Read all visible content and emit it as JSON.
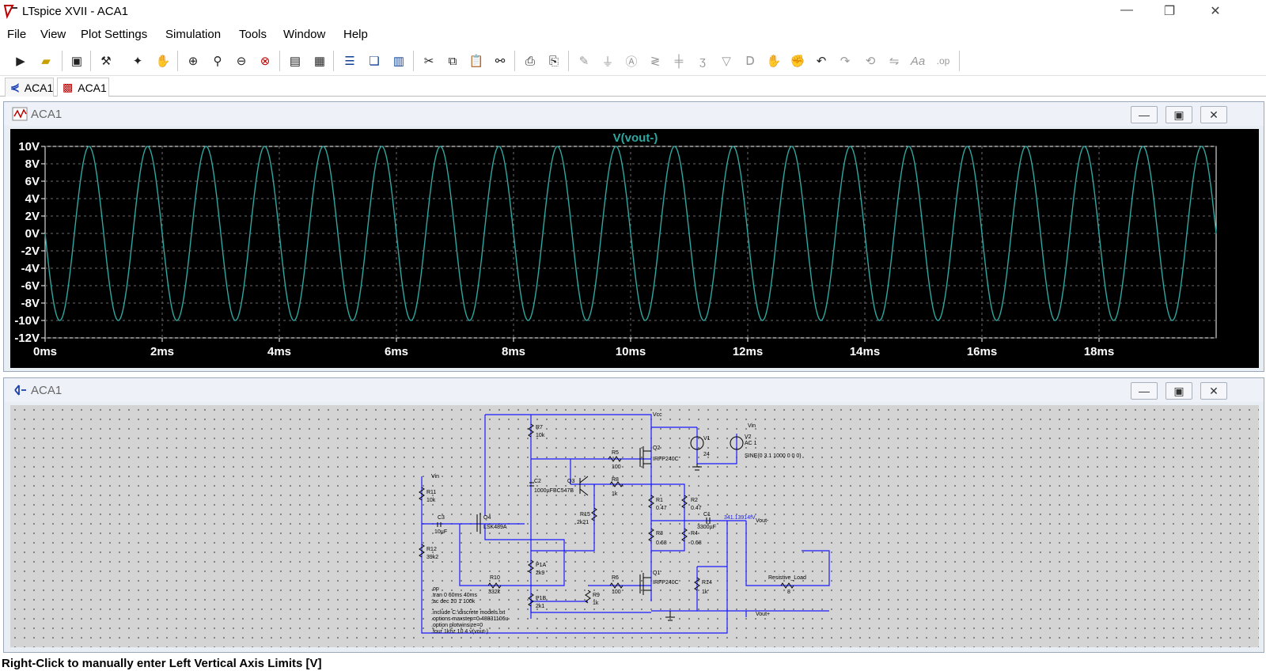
{
  "window": {
    "title": "LTspice XVII - ACA1",
    "minimize_glyph": "—",
    "restore_glyph": "❐",
    "close_glyph": "✕"
  },
  "menu": [
    "File",
    "View",
    "Plot Settings",
    "Simulation",
    "Tools",
    "Window",
    "Help"
  ],
  "toolbar_icons": [
    "run-icon",
    "open-icon",
    "save-icon",
    "control-panel-icon",
    "run-simulation-icon",
    "halt-icon",
    "zoom-in-icon",
    "zoom-area-icon",
    "zoom-out-icon",
    "zoom-fit-icon",
    "autorange-icon",
    "grid-icon",
    "tile-horizontal-icon",
    "cascade-icon",
    "tile-vertical-icon",
    "cut-icon",
    "copy-icon",
    "paste-icon",
    "find-icon",
    "print-icon",
    "print-setup-icon",
    "wire-icon",
    "ground-icon",
    "label-icon",
    "resistor-icon",
    "capacitor-icon",
    "inductor-icon",
    "diode-icon",
    "component-icon",
    "move-icon",
    "drag-icon",
    "undo-icon",
    "redo-icon",
    "rotate-icon",
    "mirror-icon",
    "text-icon",
    "spice-directive-icon"
  ],
  "tabs": [
    {
      "label": "ACA1",
      "icon": "schematic-icon"
    },
    {
      "label": "ACA1",
      "icon": "waveform-icon"
    }
  ],
  "plot_window": {
    "title": "ACA1",
    "trace_label": "V(vout-)",
    "trace_color": "#2fa7a0"
  },
  "chart_data": {
    "type": "line",
    "series": [
      {
        "name": "V(vout-)",
        "function": "sine",
        "amplitude": 10,
        "offset": 0,
        "frequency_hz": 1000,
        "color": "#2fa7a0"
      }
    ],
    "x_range": [
      0,
      20
    ],
    "x_ticks": [
      0,
      2,
      4,
      6,
      8,
      10,
      12,
      14,
      16,
      18
    ],
    "x_tick_labels": [
      "0ms",
      "2ms",
      "4ms",
      "6ms",
      "8ms",
      "10ms",
      "12ms",
      "14ms",
      "16ms",
      "18ms"
    ],
    "y_range": [
      -12,
      10
    ],
    "y_ticks": [
      10,
      8,
      6,
      4,
      2,
      0,
      -2,
      -4,
      -6,
      -8,
      -10,
      -12
    ],
    "y_tick_labels": [
      "10V",
      "8V",
      "6V",
      "4V",
      "2V",
      "0V",
      "-2V",
      "-4V",
      "-6V",
      "-8V",
      "-10V",
      "-12V"
    ],
    "grid": true
  },
  "schematic_window": {
    "title": "ACA1",
    "labels": {
      "vcc": "Vcc",
      "vin_top": "Vin",
      "vin_left": "Vin",
      "vout_minus": "Vout-",
      "vout_plus": "Vout+",
      "measure": "341.13914fV"
    },
    "components": {
      "r7": [
        "R7",
        "10k"
      ],
      "r5": [
        "R5",
        "100"
      ],
      "q2": [
        "Q2",
        "IRFP240C"
      ],
      "v1": [
        "V1",
        "24"
      ],
      "v2": [
        "V2",
        "AC 1",
        "SINE(0 3.1 1000 0 0 0)"
      ],
      "c2": [
        "C2",
        "1000µF"
      ],
      "q3": [
        "Q3",
        "BC547B"
      ],
      "r8": [
        "R8",
        "1k"
      ],
      "r11": [
        "R11",
        "10k"
      ],
      "c3": [
        "C3",
        "10µF"
      ],
      "q4": [
        "Q4",
        "LSK489A"
      ],
      "r15": [
        "R15",
        "2k21"
      ],
      "r1": [
        "R1",
        "0.47"
      ],
      "r2": [
        "R2",
        "0.47"
      ],
      "c1": [
        "C1",
        "3300µF"
      ],
      "r12": [
        "R12",
        "39k2"
      ],
      "r3": [
        "R3",
        "0.68"
      ],
      "r4": [
        "R4",
        "0.68"
      ],
      "p1a": [
        "P1A",
        "2k9"
      ],
      "r10": [
        "R10",
        "332k"
      ],
      "r6": [
        "R6",
        "100"
      ],
      "q1": [
        "Q1",
        "IRFP240C"
      ],
      "r14": [
        "R14",
        "1k"
      ],
      "rload": [
        "Resistive_Load",
        "8"
      ],
      "r9": [
        "R9",
        "1k"
      ],
      "p1b": [
        "P1B",
        "2k1"
      ]
    },
    "directives": [
      ".op",
      ".tran 0 60ms 40ms",
      ";ac dec 20 1 100k",
      ".include C:\\discrete models.txt",
      ".options maxstep=0.48831106u",
      ".option plotwinsize=0",
      ".four 1khz 10 4 v(vout-)"
    ]
  },
  "status": "Right-Click to manually enter Left Vertical Axis Limits [V]"
}
